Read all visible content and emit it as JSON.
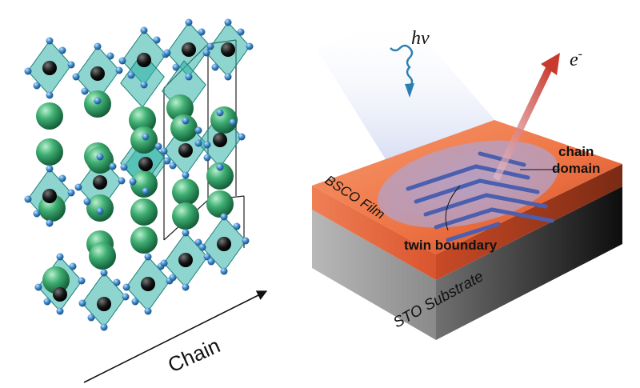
{
  "lattice": {
    "chain_label": "Chain"
  },
  "film_diagram": {
    "photon_label": "hν",
    "electron_label": "e",
    "electron_superscript": "-",
    "film_label": "BSCO Film",
    "substrate_label": "STO Substrate",
    "chain_domain_label_line1": "chain",
    "chain_domain_label_line2": "domain",
    "twin_boundary_label": "twin boundary"
  },
  "colors": {
    "octahedron": "#2fb3a6",
    "octahedron_edge": "#1d7f77",
    "a_site_atom": "#3fae72",
    "b_site_atom": "#111111",
    "oxygen_atom": "#3b86c8",
    "film_orange": "#f07a4e",
    "substrate_gray": "#8f8f8f",
    "domain_stripe": "#4b5fae",
    "photon_wave": "#2a7fb0",
    "electron_arrow": "#d9534f"
  },
  "icons": {
    "photon": "wavy-arrow-icon",
    "electron": "straight-arrow-icon"
  }
}
